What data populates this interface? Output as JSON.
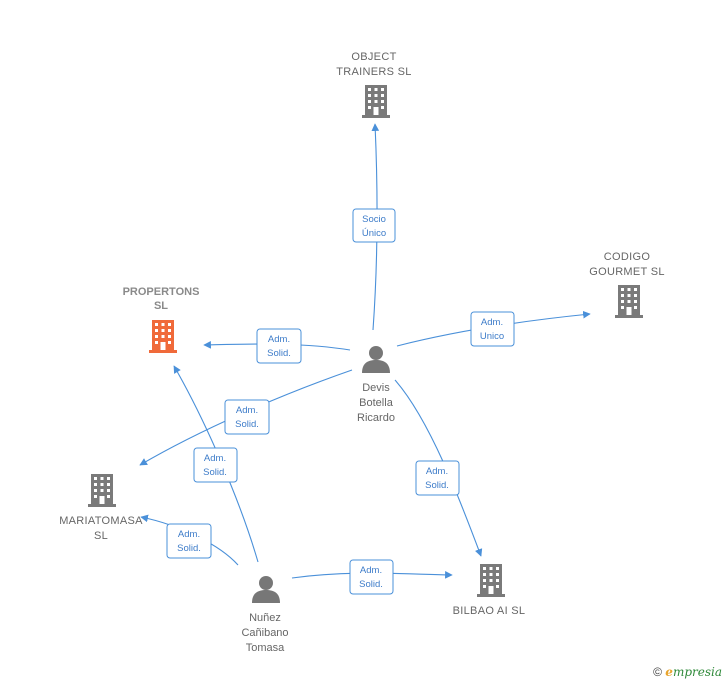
{
  "colors": {
    "edge": "#4a90d9",
    "company": "#7a7a7a",
    "focus_company": "#f06a3a",
    "person": "#777777"
  },
  "nodes": {
    "object_trainers": {
      "lines": [
        "OBJECT",
        "TRAINERS SL"
      ],
      "icon": "building-icon"
    },
    "codigo_gourmet": {
      "lines": [
        "CODIGO",
        "GOURMET  SL"
      ],
      "icon": "building-icon"
    },
    "propertons": {
      "lines": [
        "PROPERTONS",
        "SL"
      ],
      "icon": "building-icon"
    },
    "mariatomasa": {
      "lines": [
        "MARIATOMASA",
        "SL"
      ],
      "icon": "building-icon"
    },
    "bilbao_ai": {
      "lines": [
        "BILBAO AI  SL"
      ],
      "icon": "building-icon"
    },
    "devis": {
      "lines": [
        "Devis",
        "Botella",
        "Ricardo"
      ],
      "icon": "person-icon"
    },
    "nunez": {
      "lines": [
        "Nuñez",
        "Cañibano",
        "Tomasa"
      ],
      "icon": "person-icon"
    }
  },
  "edges": [
    {
      "id": "devis-object",
      "label": [
        "Socio",
        "Único"
      ]
    },
    {
      "id": "devis-codigo",
      "label": [
        "Adm.",
        "Unico"
      ]
    },
    {
      "id": "devis-propertons",
      "label": [
        "Adm.",
        "Solid."
      ]
    },
    {
      "id": "devis-mariatomasa",
      "label": [
        "Adm.",
        "Solid."
      ]
    },
    {
      "id": "devis-bilbao",
      "label": [
        "Adm.",
        "Solid."
      ]
    },
    {
      "id": "nunez-propertons",
      "label": [
        "Adm.",
        "Solid."
      ]
    },
    {
      "id": "nunez-mariatomasa",
      "label": [
        "Adm.",
        "Solid."
      ]
    },
    {
      "id": "nunez-bilbao",
      "label": [
        "Adm.",
        "Solid."
      ]
    }
  ],
  "footer": {
    "copyright": "©",
    "brand_initial": "e",
    "brand_rest": "mpresia"
  }
}
